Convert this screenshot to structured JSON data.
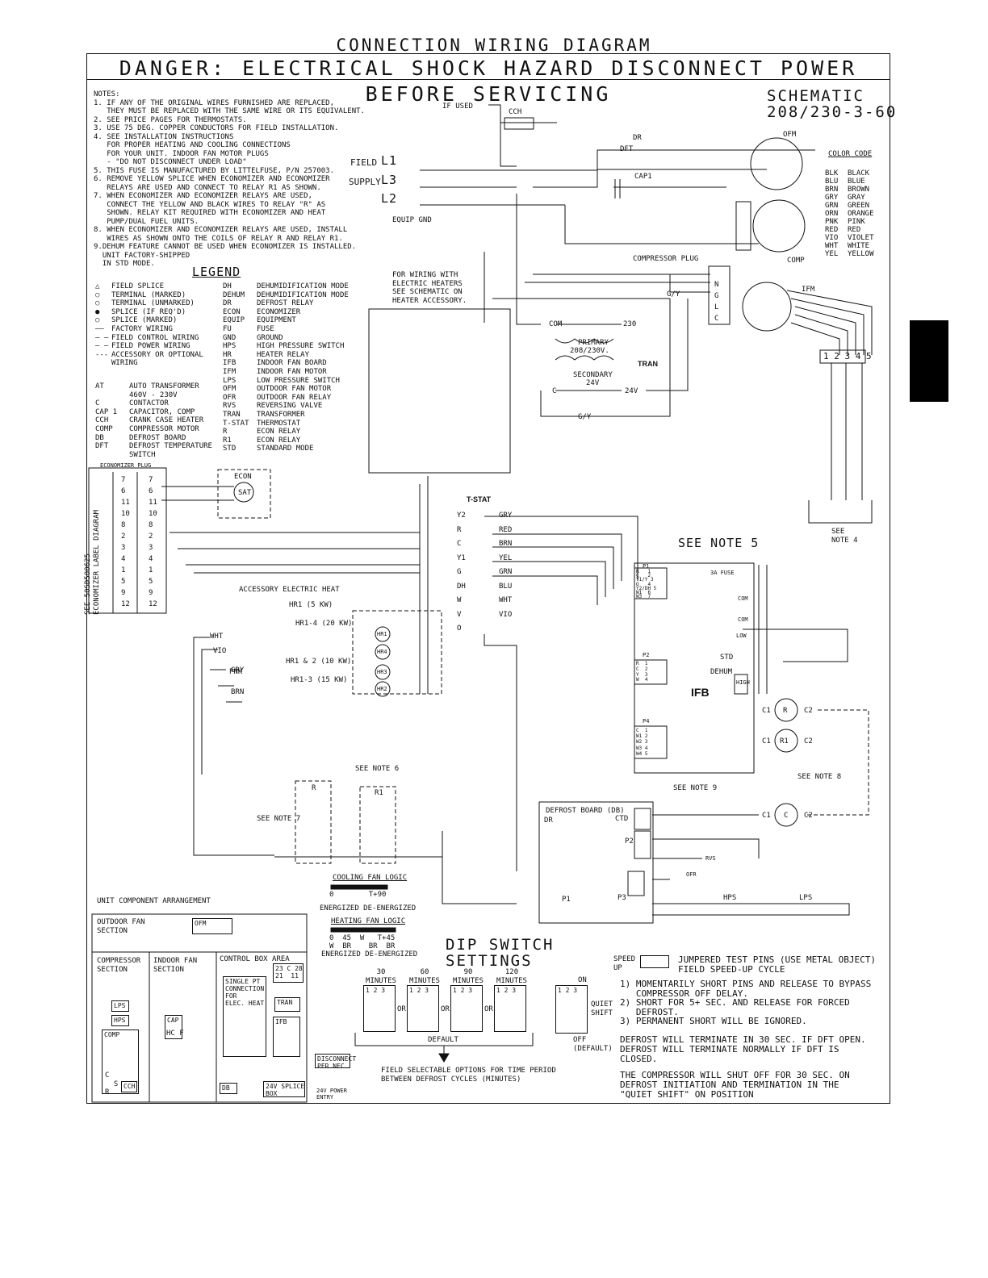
{
  "header": {
    "title": "CONNECTION WIRING DIAGRAM",
    "danger": "DANGER: ELECTRICAL SHOCK HAZARD DISCONNECT POWER BEFORE SERVICING",
    "schematic": "SCHEMATIC",
    "voltage": "208/230-3-60"
  },
  "notes": {
    "heading": "NOTES:",
    "items": [
      "1. IF ANY OF THE ORIGINAL WIRES FURNISHED ARE REPLACED,",
      "   THEY MUST BE REPLACED WITH THE SAME WIRE OR ITS EQUIVALENT.",
      "2. SEE PRICE PAGES FOR THERMOSTATS.",
      "3. USE 75 DEG. COPPER CONDUCTORS FOR FIELD INSTALLATION.",
      "4. SEE INSTALLATION INSTRUCTIONS",
      "   FOR PROPER HEATING AND COOLING CONNECTIONS",
      "   FOR YOUR UNIT. INDOOR FAN MOTOR PLUGS",
      "   - \"DO NOT DISCONNECT UNDER LOAD\"",
      "5. THIS FUSE IS MANUFACTURED BY LITTELFUSE, P/N 257003.",
      "6. REMOVE YELLOW SPLICE WHEN ECONOMIZER AND ECONOMIZER",
      "   RELAYS ARE USED AND CONNECT TO RELAY R1 AS SHOWN.",
      "7. WHEN ECONOMIZER AND ECONOMIZER RELAYS ARE USED,",
      "   CONNECT THE YELLOW AND BLACK WIRES TO RELAY \"R\" AS",
      "   SHOWN. RELAY KIT REQUIRED WITH ECONOMIZER AND HEAT",
      "   PUMP/DUAL FUEL UNITS.",
      "8. WHEN ECONOMIZER AND ECONOMIZER RELAYS ARE USED, INSTALL",
      "   WIRES AS SHOWN ONTO THE COILS OF RELAY R AND RELAY R1.",
      "9.DEHUM FEATURE CANNOT BE USED WHEN ECONOMIZER IS INSTALLED.",
      "  UNIT FACTORY-SHIPPED",
      "  IN STD MODE."
    ]
  },
  "legend": {
    "title": "LEGEND",
    "symbols": [
      "FIELD SPLICE",
      "TERMINAL (MARKED)",
      "TERMINAL (UNMARKED)",
      "SPLICE (IF REQ'D)",
      "SPLICE (MARKED)",
      "FACTORY WIRING",
      "FIELD CONTROL WIRING",
      "FIELD POWER WIRING",
      "ACCESSORY OR OPTIONAL",
      "WIRING"
    ],
    "symbol_glyphs": [
      "△",
      "○",
      "○",
      "●",
      "○",
      "——",
      "– –",
      "— —",
      "--- ",
      ""
    ],
    "abbrev_left": [
      {
        "k": "AT",
        "v": "AUTO TRANSFORMER"
      },
      {
        "k": "",
        "v": "460V - 230V"
      },
      {
        "k": "C",
        "v": "CONTACTOR"
      },
      {
        "k": "CAP 1",
        "v": "CAPACITOR, COMP"
      },
      {
        "k": "CCH",
        "v": "CRANK CASE HEATER"
      },
      {
        "k": "COMP",
        "v": "COMPRESSOR MOTOR"
      },
      {
        "k": "DB",
        "v": "DEFROST BOARD"
      },
      {
        "k": "DFT",
        "v": "DEFROST TEMPERATURE"
      },
      {
        "k": "",
        "v": "SWITCH"
      }
    ],
    "abbrev_right": [
      {
        "k": "DH",
        "v": "DEHUMIDIFICATION MODE"
      },
      {
        "k": "DEHUM",
        "v": "DEHUMIDIFICATION MODE"
      },
      {
        "k": "DR",
        "v": "DEFROST RELAY"
      },
      {
        "k": "ECON",
        "v": "ECONOMIZER"
      },
      {
        "k": "EQUIP",
        "v": "EQUIPMENT"
      },
      {
        "k": "FU",
        "v": "FUSE"
      },
      {
        "k": "GND",
        "v": "GROUND"
      },
      {
        "k": "HPS",
        "v": "HIGH PRESSURE SWITCH"
      },
      {
        "k": "HR",
        "v": "HEATER RELAY"
      },
      {
        "k": "IFB",
        "v": "INDOOR FAN BOARD"
      },
      {
        "k": "IFM",
        "v": "INDOOR FAN MOTOR"
      },
      {
        "k": "LPS",
        "v": "LOW PRESSURE SWITCH"
      },
      {
        "k": "OFM",
        "v": "OUTDOOR FAN MOTOR"
      },
      {
        "k": "OFR",
        "v": "OUTDOOR FAN RELAY"
      },
      {
        "k": "RVS",
        "v": "REVERSING VALVE"
      },
      {
        "k": "TRAN",
        "v": "TRANSFORMER"
      },
      {
        "k": "T-STAT",
        "v": "THERMOSTAT"
      },
      {
        "k": "R",
        "v": "ECON RELAY"
      },
      {
        "k": "R1",
        "v": "ECON RELAY"
      },
      {
        "k": "STD",
        "v": "STANDARD MODE"
      }
    ]
  },
  "color_code": {
    "title": "COLOR CODE",
    "items": [
      {
        "k": "BLK",
        "v": "BLACK"
      },
      {
        "k": "BLU",
        "v": "BLUE"
      },
      {
        "k": "BRN",
        "v": "BROWN"
      },
      {
        "k": "GRY",
        "v": "GRAY"
      },
      {
        "k": "GRN",
        "v": "GREEN"
      },
      {
        "k": "ORN",
        "v": "ORANGE"
      },
      {
        "k": "PNK",
        "v": "PINK"
      },
      {
        "k": "RED",
        "v": "RED"
      },
      {
        "k": "VIO",
        "v": "VIOLET"
      },
      {
        "k": "WHT",
        "v": "WHITE"
      },
      {
        "k": "YEL",
        "v": "YELLOW"
      }
    ]
  },
  "power": {
    "if_used": "IF USED",
    "cch": "CCH",
    "field": "FIELD",
    "supply": "SUPPLY",
    "l1": "L1",
    "l2": "L2",
    "l3": "L3",
    "equip_gnd": "EQUIP GND",
    "dr": "DR",
    "dft": "DFT",
    "ofm": "OFM",
    "cap1": "CAP1",
    "comp": "COMP",
    "compressor_plug": "COMPRESSOR PLUG",
    "ifm": "IFM",
    "primary": "PRIMARY",
    "primary_v": "208/230V.",
    "secondary": "SECONDARY",
    "secondary_v": "24V",
    "tran": "TRAN",
    "com": "COM",
    "t230": "230",
    "t24v": "24V",
    "c": "C",
    "gy": "G/Y",
    "gyl": "G/Y",
    "ngl": [
      "N",
      "G",
      "L",
      "C"
    ],
    "ifm_taps": "1 2 3 4 5",
    "see_note4": "SEE\nNOTE 4"
  },
  "heater_note": "FOR WIRING WITH\nELECTRIC HEATERS\nSEE SCHEMATIC ON\nHEATER ACCESSORY.",
  "econ": {
    "plug": "ECONOMIZER PLUG",
    "econ": "ECON",
    "sat": "SAT",
    "side_label": "SEE 50SD500625\nECONOMIZER LABEL DIAGRAM",
    "pins_left": [
      "7",
      "6",
      "11",
      "10",
      "8",
      "2",
      "3",
      "4",
      "1",
      "5",
      "9",
      "12"
    ],
    "pins_right": [
      "7",
      "6",
      "11",
      "10",
      "8",
      "2",
      "3",
      "4",
      "1",
      "5",
      "9",
      "12"
    ]
  },
  "tstat": {
    "label": "T-STAT",
    "terms": [
      "Y2",
      "R",
      "C",
      "Y1",
      "G",
      "DH",
      "W",
      "V",
      "O"
    ],
    "wires": [
      "GRY",
      "RED",
      "BRN",
      "YEL",
      "GRN",
      "BLU",
      "WHT",
      "VIO",
      ""
    ]
  },
  "accessory": {
    "title": "ACCESSORY ELECTRIC HEAT",
    "hr1": "HR1 (5 KW)",
    "hr14": "HR1-4 (20 KW)",
    "hr12": "HR1 & 2 (10 KW)",
    "hr13": "HR1-3 (15 KW)",
    "relays": [
      "HR1",
      "HR4",
      "HR3",
      "HR2"
    ],
    "wires": [
      "WHT",
      "VIO",
      "PNK",
      "GRY",
      "BRN"
    ]
  },
  "ifb": {
    "label": "IFB",
    "see_note5": "SEE NOTE 5",
    "fuse": "3A FUSE",
    "p1": "P1",
    "p2": "P2",
    "p4": "P4",
    "std": "STD",
    "dehum": "DEHUM",
    "com": "COM",
    "low": "LOW",
    "high": "HIGH",
    "p1_pins": "R   1\nC   2\nY1/Y 3\nO   4\nY2/DH 5\nW1  6\nW3  7",
    "p2_pins": "R  1\nC  2\nY  3\nW  4",
    "p4_pins": "C  1\nW1 2\nW2 3\nW3 4\nW4 5"
  },
  "relays": {
    "r": "R",
    "r1": "R1",
    "c1": "C1",
    "c2": "C2",
    "c": "C",
    "see_note6": "SEE NOTE 6",
    "see_note7": "SEE NOTE 7",
    "see_note8": "SEE NOTE 8",
    "see_note9": "SEE NOTE 9"
  },
  "defrost": {
    "title": "DEFROST BOARD (DB)",
    "ctd": "CTD",
    "dr": "DR",
    "p1": "P1",
    "p2": "P2",
    "p3": "P3",
    "rvs": "RVS",
    "hps": "HPS",
    "lps": "LPS",
    "ofr": "OFR"
  },
  "fan_logic": {
    "cooling": "COOLING FAN LOGIC",
    "cooling_marks": "0        T+90",
    "cooling_states": "ENERGIZED DE-ENERGIZED",
    "heating": "HEATING FAN LOGIC",
    "heating_marks": "0  45  W   T+45",
    "heating_marks2": "W  BR    BR  BR",
    "heating_states": "ENERGIZED DE-ENERGIZED"
  },
  "dip": {
    "title1": "DIP SWITCH",
    "title2": "SETTINGS",
    "options": [
      "30\nMINUTES",
      "60\nMINUTES",
      "90\nMINUTES",
      "120\nMINUTES"
    ],
    "or": "OR",
    "default": "DEFAULT",
    "field_select": "FIELD SELECTABLE OPTIONS FOR TIME PERIOD\nBETWEEN DEFROST CYCLES (MINUTES)",
    "on": "ON",
    "quiet_shift": "QUIET\nSHIFT",
    "off_default": "OFF\n(DEFAULT)",
    "pins": "1 2 3"
  },
  "speedup": {
    "label": "SPEED\nUP",
    "text1": "JUMPERED TEST PINS (USE METAL OBJECT)\nFIELD SPEED-UP CYCLE",
    "items": [
      "1) MOMENTARILY SHORT PINS AND RELEASE TO BYPASS\n   COMPRESSOR OFF DELAY.",
      "2) SHORT FOR 5+ SEC. AND RELEASE FOR FORCED\n   DEFROST.",
      "3) PERMANENT SHORT WILL BE IGNORED."
    ],
    "defrost_term": "DEFROST WILL TERMINATE IN 30 SEC. IF DFT OPEN.\nDEFROST WILL TERMINATE NORMALLY IF DFT IS\nCLOSED.",
    "compressor_off": "THE COMPRESSOR WILL SHUT OFF FOR 30 SEC. ON\nDEFROST INITIATION AND TERMINATION IN THE\n\"QUIET SHIFT\" ON POSITION"
  },
  "arrangement": {
    "title": "UNIT COMPONENT ARRANGEMENT",
    "outdoor_fan": "OUTDOOR FAN\nSECTION",
    "ofm": "OFM",
    "compressor": "COMPRESSOR\nSECTION",
    "indoor_fan": "INDOOR FAN\nSECTION",
    "control_box": "CONTROL BOX AREA",
    "single_pt": "SINGLE PT\nCONNECTION\nFOR\nELEC. HEAT",
    "tran": "TRAN",
    "ifb": "IFB",
    "lps": "LPS",
    "hps": "HPS",
    "comp": "COMP",
    "cap": "CAP",
    "hc_f": "HC F",
    "c_s_r": "C\n  S\nR",
    "cch": "CCH",
    "term": "23 C 28\n21  11",
    "db": "DB",
    "splice_box": "24V SPLICE\nBOX",
    "disconnect": "DISCONNECT\nPER NEC",
    "power_entry": "24V POWER\nENTRY"
  }
}
